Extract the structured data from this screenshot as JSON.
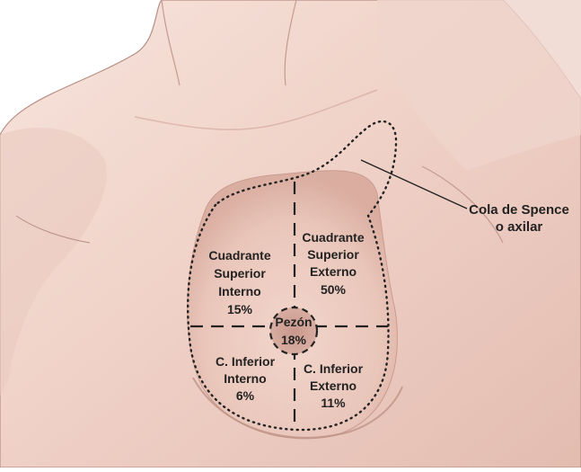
{
  "diagram": {
    "colors": {
      "background": "#ffffff",
      "skin_light": "#f4dcd4",
      "skin_mid": "#e8c2b8",
      "skin_shadow": "#c99a8e",
      "outline": "#a27a70",
      "nipple": "#c88f82",
      "dots": "#222222",
      "dashes": "#222222",
      "text": "#222222"
    },
    "quadrants": {
      "upper_inner": {
        "line1": "Cuadrante",
        "line2": "Superior",
        "line3": "Interno",
        "pct": "15%"
      },
      "upper_outer": {
        "line1": "Cuadrante",
        "line2": "Superior",
        "line3": "Externo",
        "pct": "50%"
      },
      "lower_inner": {
        "line1": "C. Inferior",
        "line2": "Interno",
        "pct": "6%"
      },
      "lower_outer": {
        "line1": "C. Inferior",
        "line2": "Externo",
        "pct": "11%"
      },
      "nipple": {
        "line1": "Pezón",
        "pct": "18%"
      }
    },
    "callout": {
      "line1": "Cola de Spence",
      "line2": "o axilar"
    }
  }
}
